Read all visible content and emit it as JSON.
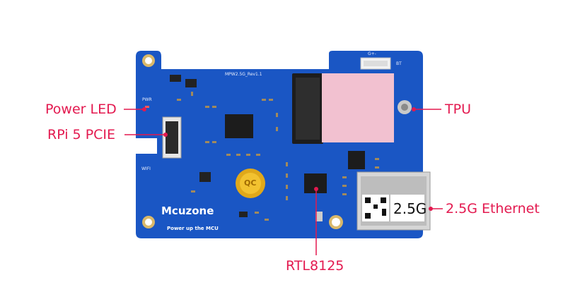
{
  "labels": {
    "power_led": "Power LED",
    "rpi_pcie": "RPi 5 PCIE",
    "tpu": "TPU",
    "ethernet": "2.5G Ethernet",
    "rtl": "RTL8125"
  },
  "board": {
    "brand": "Mcuzone",
    "tagline": "Power up the MCU",
    "revision": "MPW2.5G_Rev1.1",
    "silk_pwr": "PWR",
    "silk_wifi": "WIFI",
    "silk_bt": "BT",
    "silk_gnd": "G+-",
    "module_text": "2.5G",
    "seal_text": "QC"
  },
  "colors": {
    "accent": "#e3194f",
    "pcb": "#1a56c4",
    "pcb_dark": "#0f3e96",
    "tpu_module": "#f2c1d0"
  }
}
